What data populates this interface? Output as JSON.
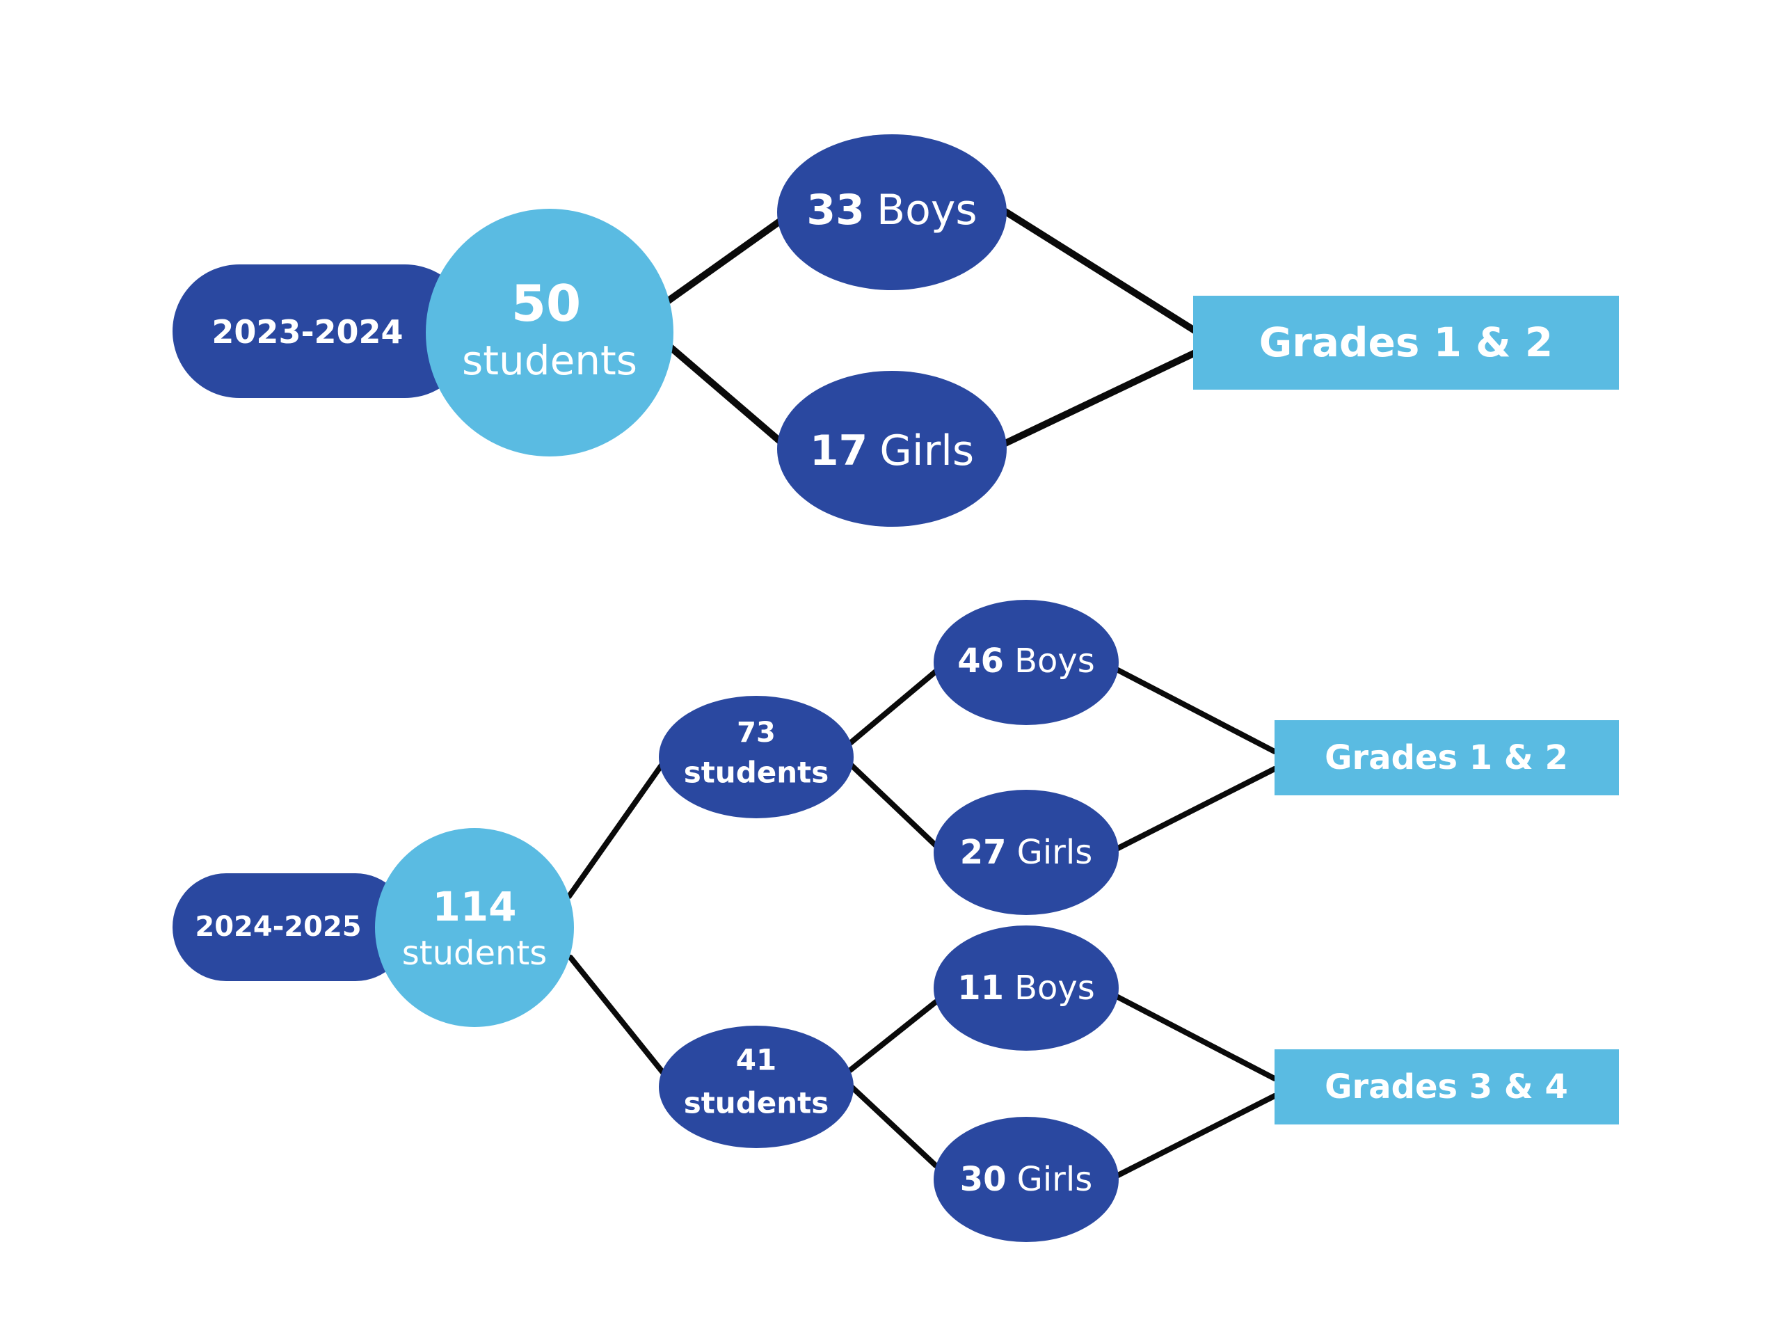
{
  "colors": {
    "dark_blue": "#2a48a0",
    "light_blue": "#5abbe2",
    "text": "#ffffff",
    "connector": "#0a0a0a",
    "background": "#ffffff"
  },
  "year_2023": {
    "year_label": "2023-2024",
    "total": {
      "number": "50",
      "unit": "students"
    },
    "boys": {
      "number": "33",
      "label": "Boys"
    },
    "girls": {
      "number": "17",
      "label": "Girls"
    },
    "grades_label": "Grades 1 & 2"
  },
  "year_2024": {
    "year_label": "2024-2025",
    "total": {
      "number": "114",
      "unit": "students"
    },
    "group_a": {
      "number": "73",
      "unit": "students",
      "boys": {
        "number": "46",
        "label": "Boys"
      },
      "girls": {
        "number": "27",
        "label": "Girls"
      },
      "grades_label": "Grades 1 & 2"
    },
    "group_b": {
      "number": "41",
      "unit": "students",
      "boys": {
        "number": "11",
        "label": "Boys"
      },
      "girls": {
        "number": "30",
        "label": "Girls"
      },
      "grades_label": "Grades 3 & 4"
    }
  }
}
